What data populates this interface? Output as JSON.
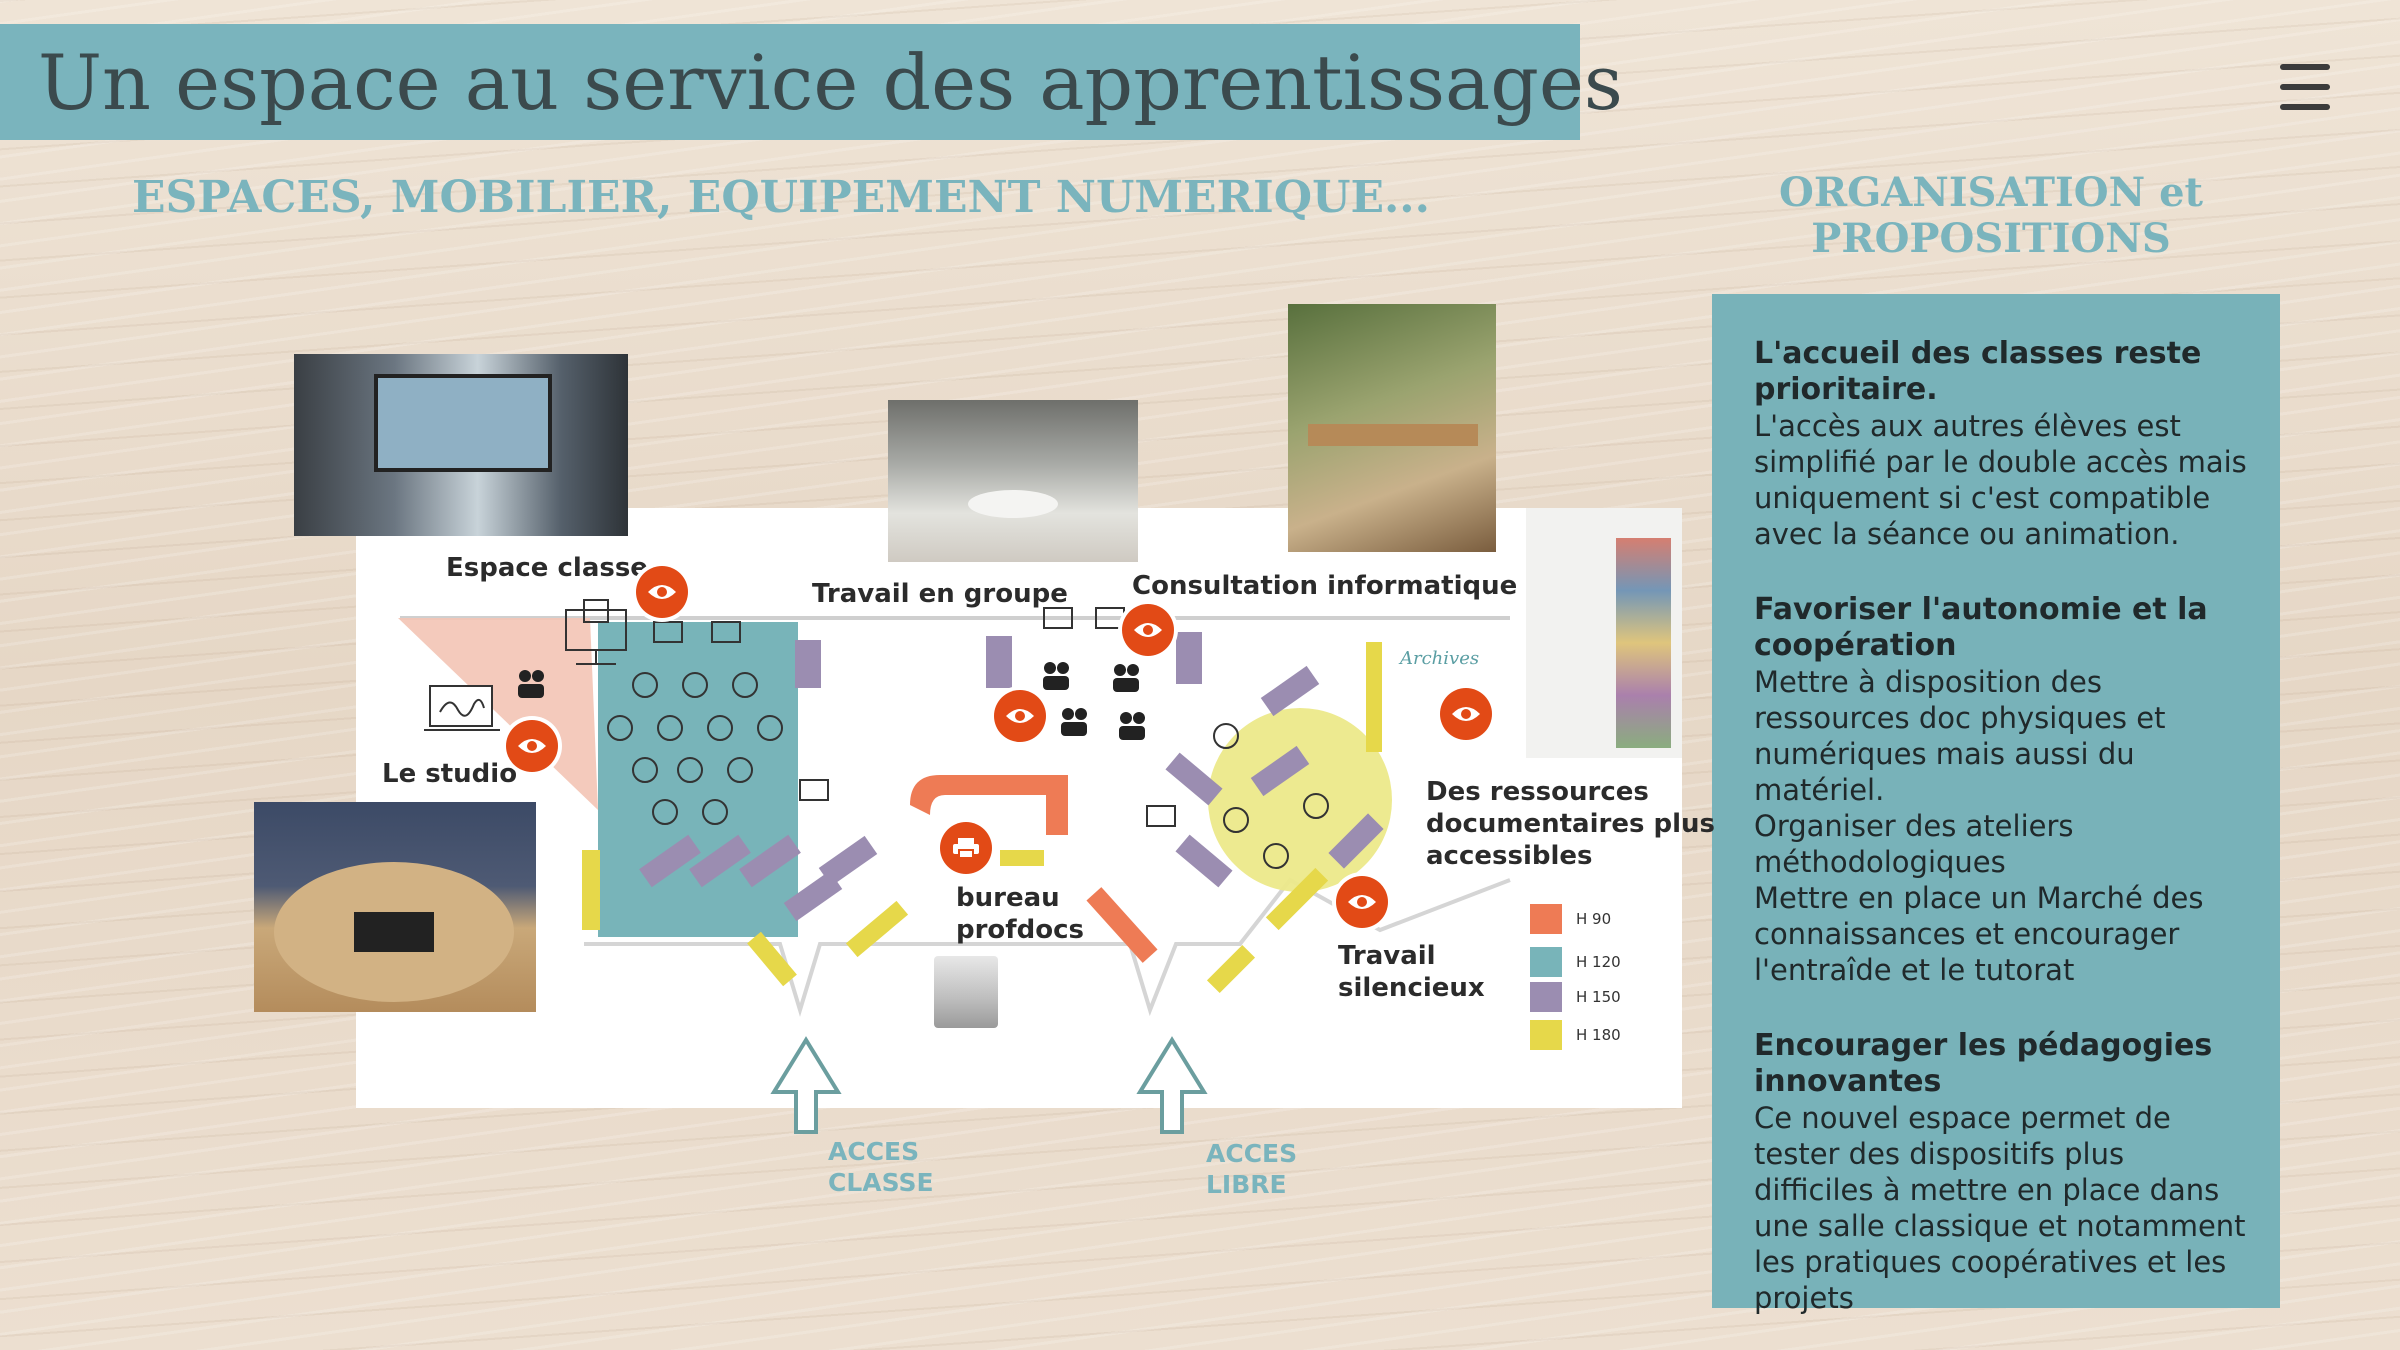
{
  "header": {
    "title": "Un espace au service des apprentissages",
    "left_subtitle": "ESPACES, MOBILIER, EQUIPEMENT NUMERIQUE...",
    "right_subtitle": "ORGANISATION et\nPROPOSITIONS"
  },
  "panel": {
    "sections": [
      {
        "heading": "L'accueil des classes reste prioritaire.",
        "body": "L'accès aux autres élèves est simplifié par le double accès mais uniquement si c'est compatible avec la séance ou animation."
      },
      {
        "heading": "Favoriser l'autonomie et la coopération",
        "body": "Mettre à disposition des ressources doc physiques et numériques mais aussi du matériel.\nOrganiser  des ateliers méthodologiques\nMettre en place un Marché des connaissances et encourager l'entraîde  et le tutorat"
      },
      {
        "heading": "Encourager les pédagogies innovantes",
        "body": "Ce nouvel espace permet de tester des dispositifs plus difficiles à mettre en place dans une salle classique et notamment les pratiques coopératives et les projets"
      }
    ]
  },
  "plan": {
    "labels": {
      "espace_classe": "Espace classe",
      "travail_groupe": "Travail en groupe",
      "consultation": "Consultation informatique",
      "studio": "Le studio",
      "ressources": "Des ressources\ndocumentaires plus\naccessibles",
      "bureau": "bureau\nprofdocs",
      "silencieux": "Travail\nsilencieux",
      "archives": "Archives"
    },
    "access": {
      "classe": "ACCES\nCLASSE",
      "libre": "ACCES\nLIBRE"
    },
    "legend": [
      {
        "label": "H 90",
        "color": "#ee7b55"
      },
      {
        "label": "H 120",
        "color": "#78b4b9"
      },
      {
        "label": "H 150",
        "color": "#9b8db1"
      },
      {
        "label": "H 180",
        "color": "#e6d84a"
      }
    ]
  },
  "colors": {
    "accent": "#7ab4bd",
    "eye": "#e24a16"
  },
  "icons": {
    "menu": "hamburger-menu-icon",
    "eye": "eye-icon",
    "printer": "printer-icon",
    "arrow": "arrow-up-icon"
  }
}
